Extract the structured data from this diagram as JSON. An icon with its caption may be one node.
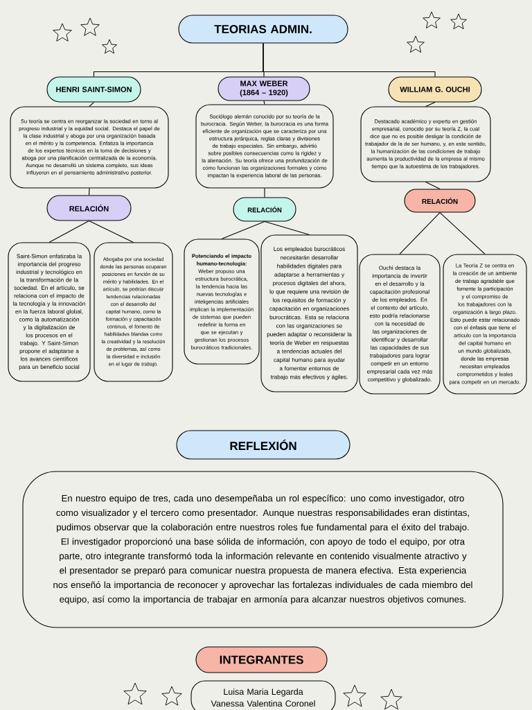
{
  "diagram": {
    "nodes": [
      {
        "text": [
          "TEORIAS ADMIN."
        ]
      },
      {
        "text": [
          "HENRI SAINT-SIMON"
        ]
      },
      {
        "text": [
          "Su teoría se centra en reorganizar la sociedad en torno al progreso industrial y la equidad social. Destaca el papel de la clase industrial y aboga por una organización basada en el mérito y la competencia. Enfatiza la importancia de los expertos técnicos en la toma de decisiones y aboga por una planificación centralizada de la economía. Aunque no desarrolló un sistema completo, sus ideas influyeron en el pensamiento administrativo posterior."
        ]
      },
      {
        "text": [
          "RELACIÓN"
        ]
      },
      {
        "text": [
          "Saint-Simon enfatizaba la importancia del progreso industrial y tecnológico en la transformación de la sociedad. En el artículo, se relaciona con el impacto de la tecnología y la innovación en la fuerza laboral global, como la automatización y la digitalización de los procesos en el trabajo. Y Saint-Simon propone el adaptarse a los avances científicos para un beneficio social"
        ]
      },
      {
        "text": [
          "Abogaba por una sociedad donde las personas ocuparan posiciones en función de su mérito y habilidades. En el artículo, se podrían discutir tendencias relacionadas con el desarrollo del capital humano, como la formación y capacitación continua, el fomento de habilidades blandas como la creatividad y la resolución de problemas, así como la diversidad e inclusión en el lugar de trabajo."
        ]
      },
      {
        "text": [
          "MAX WEBER (1864 – 1920)"
        ]
      },
      {
        "text": [
          "Sociólogo alemán conocido por su teoría de la burocracia. Según Weber, la burocracia es una forma eficiente de organización que se caracteriza por una estructura jerárquica, reglas claras y divisiones de trabajo especiales. Sin embargo, advirtió sobre posibles consecuencias como la rigidez y la alienación. Su teoría ofrece una profundización de cómo funcionan las organizaciones formales y cómo impactan la experiencia laboral de las personas."
        ]
      },
      {
        "text": [
          "RELACIÓN"
        ]
      },
      {
        "text": [
          "**Potenciando el impacto humano-tecnología:** Weber propuso una estructura burocrática, la tendencia hacia las nuevas tecnologías e inteligencias artificiales implican la implementación de sistemas que pueden redefinir la forma en que se ejecutan y gestionan los procesos burocráticos tradicionales."
        ]
      },
      {
        "text": [
          "Los empleados burocráticos necesitarán desarrollar habilidades digitales para adaptarse a herramientas y procesos digitales del ahora, lo que requiere una revisión de los requisitos de formación y capacitación en organizaciones burocráticas. Esta se relaciona con las organizaciones se pueden adaptar o reconsiderar la teoría de Weber en respuestas a tendencias actuales del capital humano para ayudar a fomentar entornos de trabajo más efectivos y ágiles."
        ]
      },
      {
        "text": [
          "WILLIAM G. OUCHI"
        ]
      },
      {
        "text": [
          "Destacado académico y experto en gestión empresarial, conocido por su teoría Z, la cual dice que no es posible desligar la condición de trabajador de la de ser humano, y, en este sentido, la humanización de las condiciones de trabajo aumenta la productividad de la empresa al mismo tiempo que la autoestima de los trabajadores."
        ]
      },
      {
        "text": [
          "RELACIÓN"
        ]
      },
      {
        "text": [
          "Ouchi destaca la importancia de invertir en el desarrollo y la capacitación profesional de los empleados. En el contexto del artículo, esto podría relacionarse con la necesidad de las organizaciones de identificar y desarrollar las capacidades de sus trabajadores para lograr competir en un entorno empresarial cada vez más competitivo y globalizado."
        ]
      },
      {
        "text": [
          "La Teoría Z se centra en la creación de un ambiente de trabajo agradable que fomente la participación y el compromiso de los trabajadores con la organización a largo plazo. Esto puede estar relacionado con el énfasis que tiene el artículo con la importancia del capital humano en un mundo globalizado, donde las empresas necesitan empleados comprometidos y leales para competir en un mercado."
        ]
      },
      {
        "text": [
          "REFLEXIÓN"
        ]
      },
      {
        "text": [
          "En nuestro equipo de tres, cada uno desempeñaba un rol específico: uno como investigador, otro como visualizador y el tercero como presentador. Aunque nuestras responsabilidades eran distintas, pudimos observar que la colaboración entre nuestros roles fue fundamental para el éxito del trabajo. El investigador proporcionó una base sólida de información, con apoyo de todo el equipo, por otra parte, otro integrante transformó toda la información relevante en contenido visualmente atractivo y el presentador se preparó para comunicar nuestra propuesta de manera efectiva. Esta experiencia nos enseñó la importancia de reconocer y aprovechar las fortalezas individuales de cada miembro del equipo, así como la importancia de trabajar en armonía para alcanzar nuestros objetivos comunes."
        ]
      },
      {
        "text": [
          "INTEGRANTES"
        ]
      },
      {
        "text": [
          "Luisa Maria Legarda",
          "Vanessa Valentina Coronel"
        ]
      }
    ],
    "edges": [
      {
        "from": 0,
        "to": 1,
        "arrow": "none"
      },
      {
        "from": 0,
        "to": 6,
        "arrow": "none"
      },
      {
        "from": 0,
        "to": 11,
        "arrow": "none"
      },
      {
        "from": 1,
        "to": 2,
        "arrow": "none"
      },
      {
        "from": 2,
        "to": 3,
        "arrow": "none"
      },
      {
        "from": 3,
        "to": 4,
        "arrow": "none"
      },
      {
        "from": 3,
        "to": 5,
        "arrow": "none"
      },
      {
        "from": 6,
        "to": 7,
        "arrow": "none"
      },
      {
        "from": 7,
        "to": 8,
        "arrow": "none"
      },
      {
        "from": 8,
        "to": 9,
        "arrow": "none"
      },
      {
        "from": 8,
        "to": 10,
        "arrow": "none"
      },
      {
        "from": 11,
        "to": 12,
        "arrow": "none"
      },
      {
        "from": 12,
        "to": 13,
        "arrow": "none"
      },
      {
        "from": 13,
        "to": 14,
        "arrow": "none"
      },
      {
        "from": 13,
        "to": 15,
        "arrow": "none"
      }
    ]
  }
}
